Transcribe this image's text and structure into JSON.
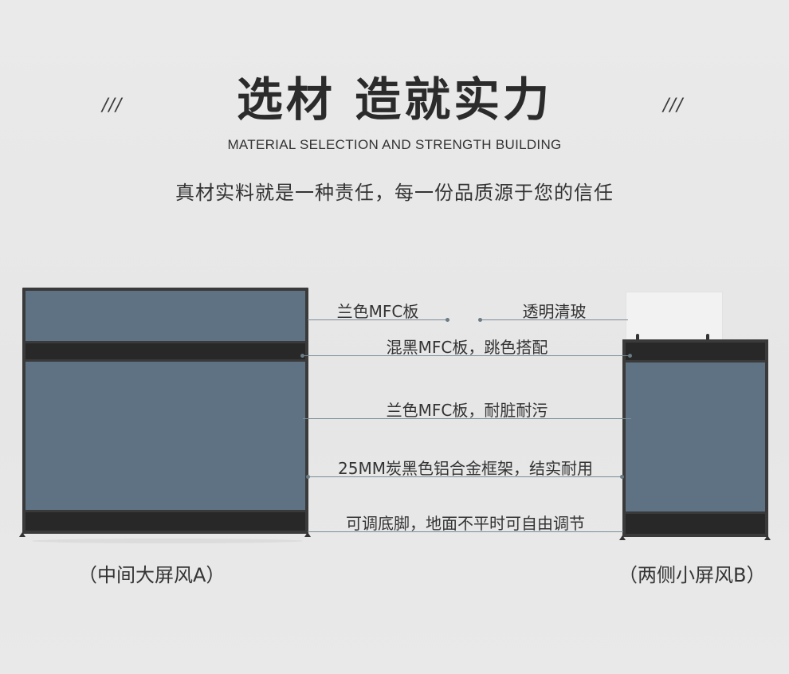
{
  "header": {
    "deco_left": "///",
    "deco_right": "///",
    "title": "选材 造就实力",
    "subtitle_en": "MATERIAL SELECTION AND STRENGTH BUILDING",
    "subtitle_cn": "真材实料就是一种责任，每一份品质源于您的信任"
  },
  "callouts": {
    "blue_mfc": "兰色MFC板",
    "glass": "透明清玻",
    "black_mfc": "混黑MFC板，跳色搭配",
    "blue_mfc_durable": "兰色MFC板，耐脏耐污",
    "frame": "25MM炭黑色铝合金框架，结实耐用",
    "feet": "可调底脚，地面不平时可自由调节"
  },
  "captions": {
    "screen_a": "（中间大屏风A）",
    "screen_b": "（两侧小屏风B）"
  },
  "colors": {
    "panel_blue": "#5e7283",
    "frame_black": "#3a3a3a",
    "bar_black": "#282828",
    "background": "#e8e8e8"
  }
}
